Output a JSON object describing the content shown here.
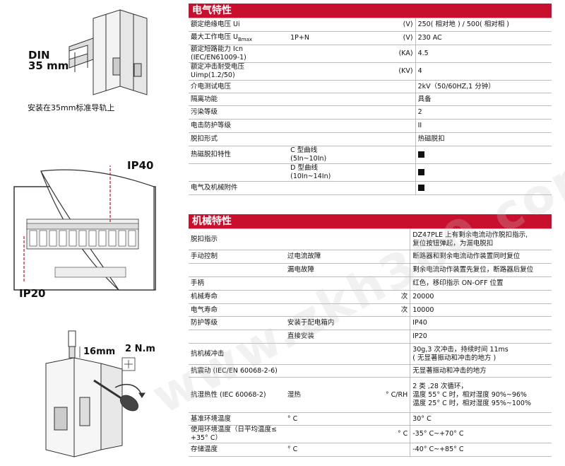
{
  "left": {
    "din_label_line1": "DIN",
    "din_label_line2": "35 mm",
    "mount_caption": "安装在35mm标准导轨上",
    "ip40": "IP40",
    "ip20": "IP20",
    "wire_length": "16mm",
    "torque": "2 N.m"
  },
  "electrical": {
    "title": "电气特性",
    "rows": [
      {
        "label": "额定绝缘电压 Ui",
        "mid": "",
        "unit": "(V)",
        "value": "250( 相对地 ) / 500( 相对相 )"
      },
      {
        "label": "最大工作电压 U",
        "sub": "Bmax",
        "mid": "1P+N",
        "unit": "(V)",
        "value": "230 AC"
      },
      {
        "label": "额定短路能力 Icn (IEC/EN61009-1)",
        "mid": "",
        "unit": "(KA)",
        "value": "4.5"
      },
      {
        "label": "额定冲击耐受电压 Uimp(1.2/50)",
        "mid": "",
        "unit": "(KV)",
        "value": "4"
      },
      {
        "label": "介电测试电压",
        "mid": "",
        "unit": "",
        "value": "2kV（50/60HZ,1 分钟）"
      },
      {
        "label": "隔离功能",
        "mid": "",
        "unit": "",
        "value": "具备"
      },
      {
        "label": "污染等级",
        "mid": "",
        "unit": "",
        "value": "2"
      },
      {
        "label": "电击防护等级",
        "mid": "",
        "unit": "",
        "value": "II"
      },
      {
        "label": "脱扣形式",
        "mid": "",
        "unit": "",
        "value": "热磁脱扣"
      },
      {
        "label": "热磁脱扣特性",
        "mid": "C 型曲线 (5In~10In)",
        "unit": "",
        "value": "",
        "mark": true
      },
      {
        "label": "",
        "mid": "D 型曲线 (10In~14In)",
        "unit": "",
        "value": "",
        "mark": true
      },
      {
        "label": "电气及机械附件",
        "mid": "",
        "unit": "",
        "value": "",
        "mark": true
      }
    ]
  },
  "mechanical": {
    "title": "机械特性",
    "rows": [
      {
        "label": "脱扣指示",
        "mid": "",
        "unit": "",
        "value": "DZ47PLE 上有剩余电流动作脱扣指示,",
        "value2": "复位按钮弹起，为漏电脱扣"
      },
      {
        "label": "手动控制",
        "mid": "过电流故障",
        "unit": "",
        "value": "断路器和剩余电流动作装置同时复位"
      },
      {
        "label": "",
        "mid": "漏电故障",
        "unit": "",
        "value": "剩余电流动作装置先复位，断路器后复位"
      },
      {
        "label": "手柄",
        "mid": "",
        "unit": "",
        "value": "红色，移印指示 ON-OFF 位置"
      },
      {
        "label": "机械寿命",
        "mid": "",
        "unit": "次",
        "value": "20000"
      },
      {
        "label": "电气寿命",
        "mid": "",
        "unit": "次",
        "value": "10000"
      },
      {
        "label": "防护等级",
        "mid": "安装于配电箱内",
        "unit": "",
        "value": "IP40"
      },
      {
        "label": "",
        "mid": "直接安装",
        "unit": "",
        "value": "IP20"
      },
      {
        "label": "抗机械冲击",
        "mid": "",
        "unit": "",
        "value": "30g,3 次冲击，持续时间 11ms",
        "value2": "( 无显著振动和冲击的地方 )"
      },
      {
        "label": "抗震动 (IEC/EN 60068-2-6)",
        "mid": "",
        "unit": "",
        "value": "无显著振动和冲击的地方"
      },
      {
        "label": "抗湿热性 (IEC 60068-2)",
        "mid": "湿热",
        "unit": "° C/RH",
        "value": "2 类 ,28 次循环，",
        "value2": "温度 55° C 时，相对湿度 90%~96%",
        "value3": "温度 25° C 时，相对湿度 95%~100%"
      },
      {
        "label": "基准环境温度",
        "mid": "° C",
        "unit": "",
        "value": "30° C"
      },
      {
        "label": "使用环境温度（日平均温度≤ +35° C）",
        "mid": "",
        "unit": "° C",
        "value": "-35° C~+70° C"
      },
      {
        "label": "存储温度",
        "mid": "° C",
        "unit": "",
        "value": "-40° C~+85° C"
      }
    ]
  }
}
